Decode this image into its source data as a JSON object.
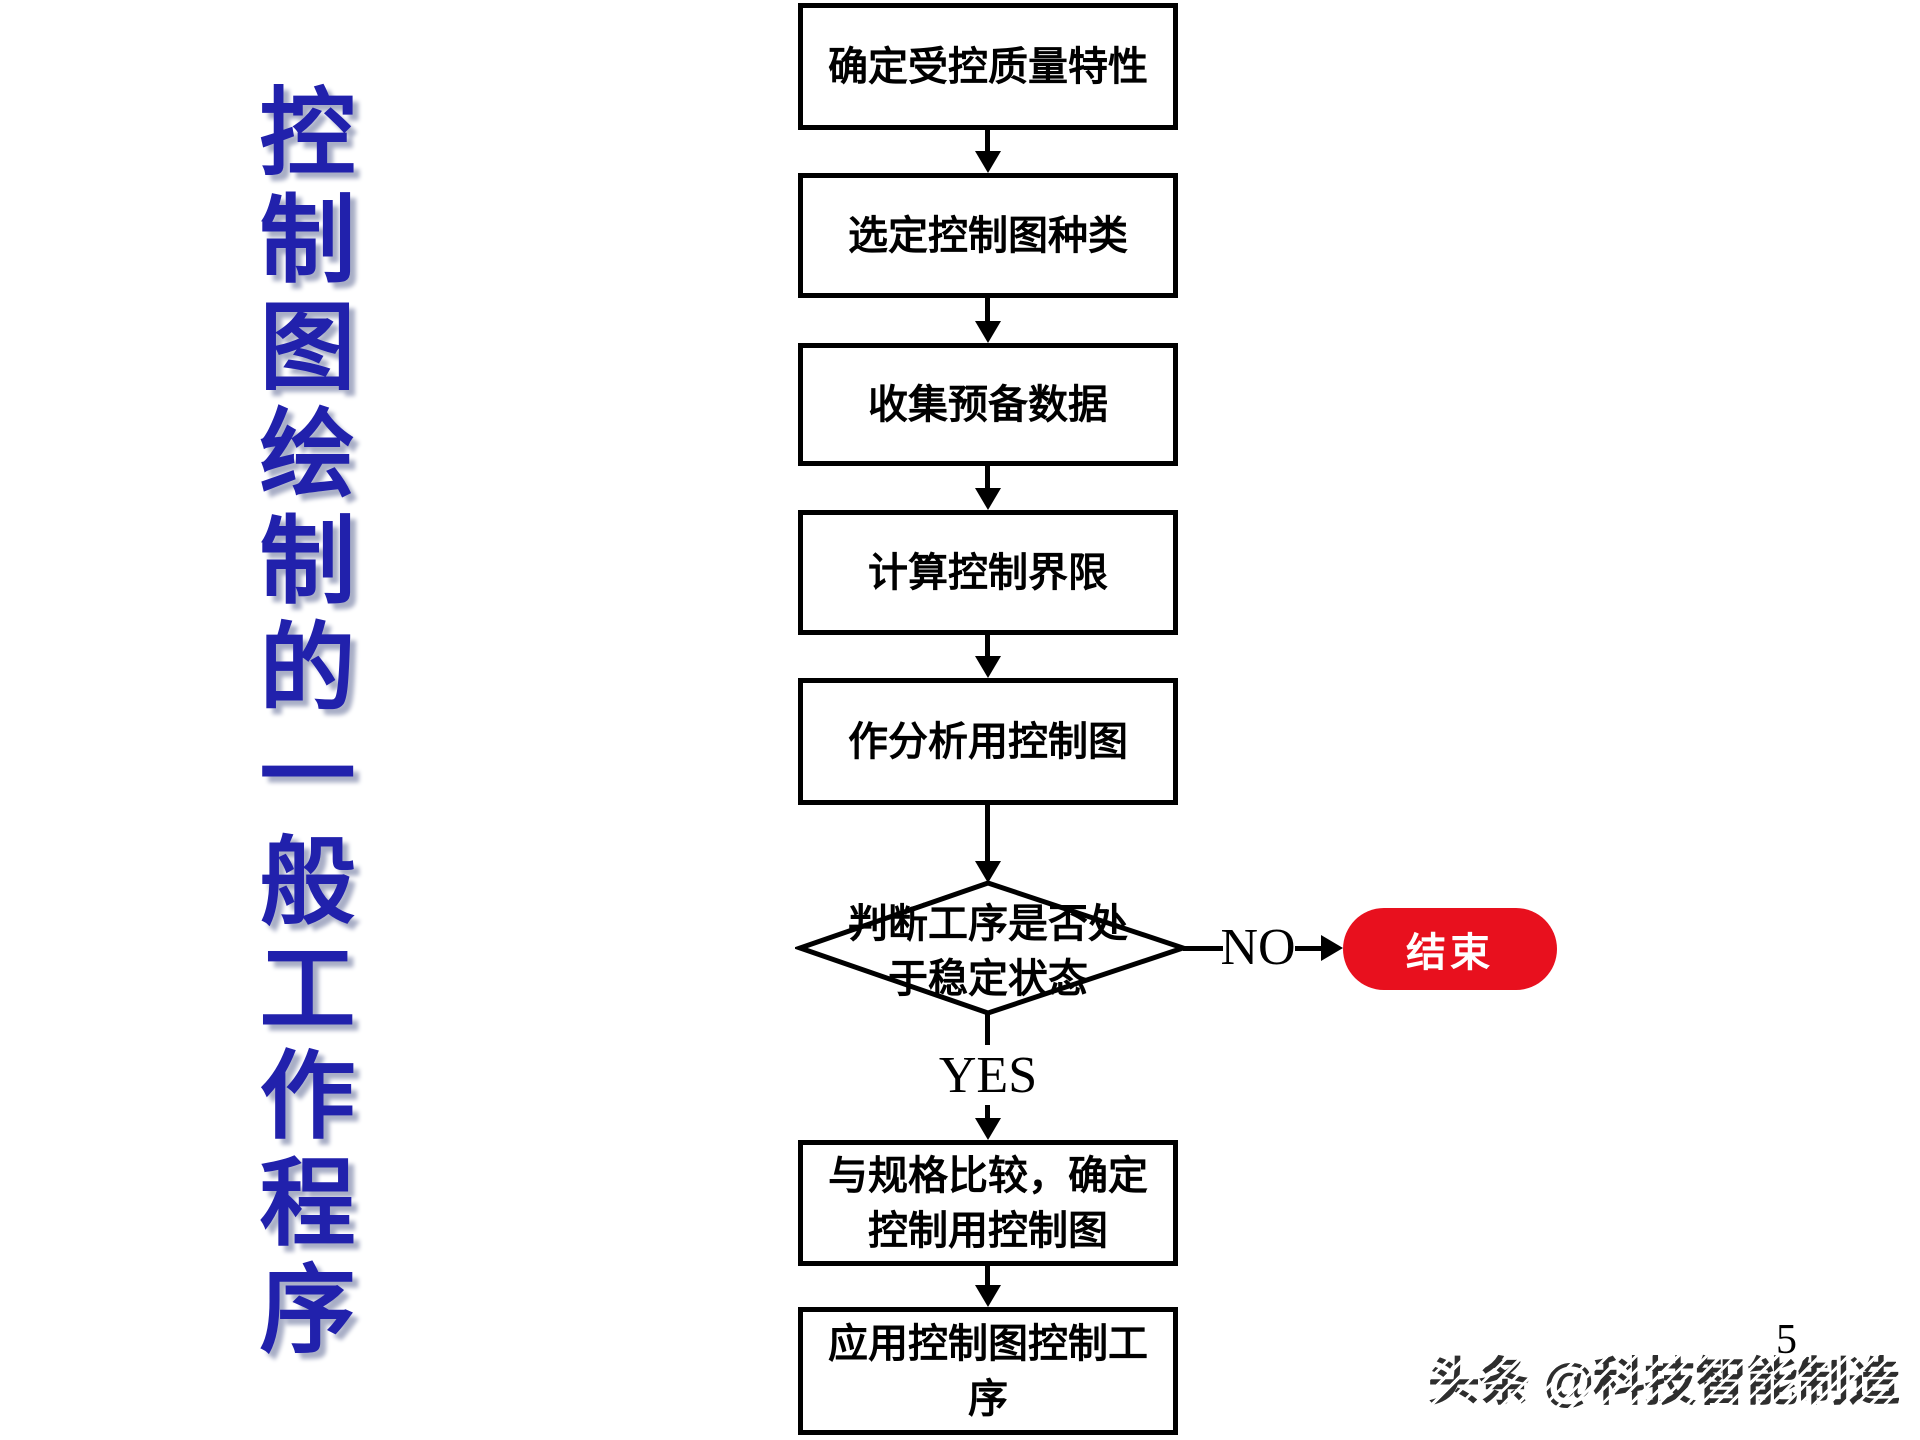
{
  "slide": {
    "title": "控制图绘制的一般工作程序",
    "title_color": "#2121ac",
    "page_number": "5",
    "watermark": "头条 @科技智能制造"
  },
  "flowchart": {
    "boxes": [
      {
        "label": "确定受控质量特性"
      },
      {
        "label": "选定控制图种类"
      },
      {
        "label": "收集预备数据"
      },
      {
        "label": "计算控制界限"
      },
      {
        "label": "作分析用控制图"
      }
    ],
    "decision": {
      "line1": "判断工序是否处",
      "line2": "于稳定状态"
    },
    "branch_no": "NO",
    "branch_yes": "YES",
    "terminator": {
      "label": "结束",
      "fill": "#e8101e"
    },
    "post_boxes": [
      {
        "line1": "与规格比较，确定",
        "line2": "控制用控制图"
      },
      {
        "line1": "应用控制图控制工",
        "line2": "序"
      }
    ]
  }
}
